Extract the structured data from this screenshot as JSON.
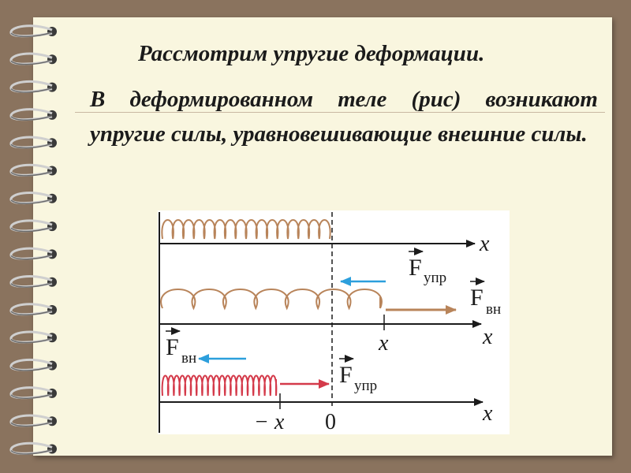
{
  "slide": {
    "title": "Рассмотрим упругие деформации.",
    "paragraph": "В деформированном теле (рис) возникают упругие силы, уравновешивающие внешние силы."
  },
  "figure": {
    "axis_label": "x",
    "force_elastic_main": "F",
    "force_elastic_sub": "упр",
    "force_external_main": "F",
    "force_external_sub": "вн",
    "stretch_label": "x",
    "compress_label": "− x",
    "zero_label": "0"
  },
  "colors": {
    "background": "#8a735e",
    "paper": "#f9f6df",
    "spring_relaxed": "#b8845a",
    "spring_compressed": "#d43a4a",
    "arrow_blue": "#2c9fdc",
    "arrow_brown": "#b8845a",
    "arrow_red": "#d43a4a"
  }
}
